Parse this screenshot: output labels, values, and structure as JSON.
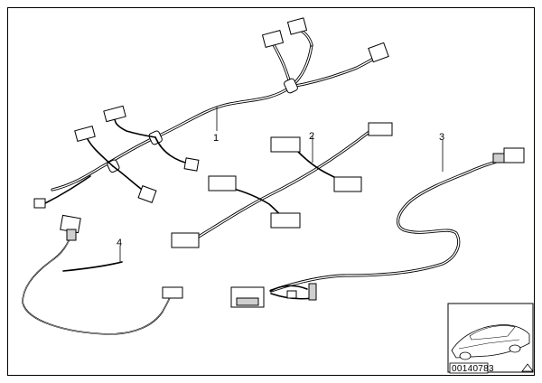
{
  "diagram": {
    "labels": {
      "harness_1": "1",
      "harness_2": "2",
      "harness_3": "3",
      "harness_4": "4"
    },
    "reference_code": "00140783",
    "inset_icon": "car-silhouette-icon",
    "corner_mark_icon": "triangle-mark-icon"
  }
}
